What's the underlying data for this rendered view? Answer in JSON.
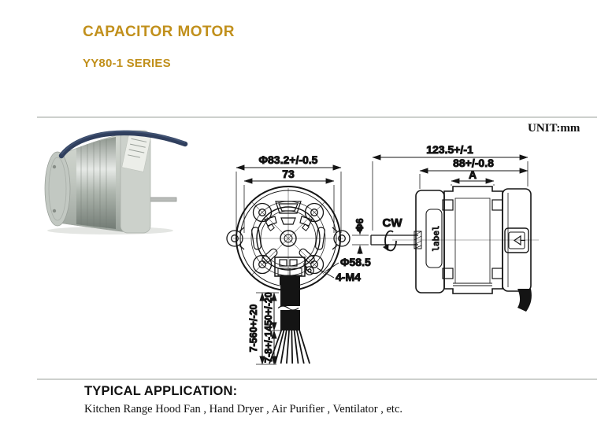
{
  "header": {
    "title": "CAPACITOR MOTOR",
    "series": "YY80-1 SERIES",
    "unit_label": "UNIT:mm"
  },
  "front_view": {
    "dim_outer_diameter": "Φ83.2+/-0.5",
    "dim_mount_span": "73",
    "dim_bolt_circle": "Φ58.5",
    "dim_screw_holes": "4-M4",
    "cable": {
      "dim_total_length": "7-560+/-20",
      "dim_jacket_length": "450+/-20",
      "dim_strip_length": "7-8+/-1"
    }
  },
  "side_view": {
    "dim_total_length": "123.5+/-1",
    "dim_body_length": "88+/-0.8",
    "dim_core_length": "A",
    "dim_shaft_diameter": "Φ6",
    "rotation_label": "CW",
    "label_sticker": "label"
  },
  "footer": {
    "heading": "TYPICAL APPLICATION:",
    "applications": "Kitchen Range Hood Fan , Hand Dryer , Air Purifier , Ventilator , etc."
  },
  "colors": {
    "accent_gold": "#C1901C",
    "cable_navy": "#303F5E",
    "line_black": "#151515",
    "divider_gray": "#CDD0CD"
  }
}
